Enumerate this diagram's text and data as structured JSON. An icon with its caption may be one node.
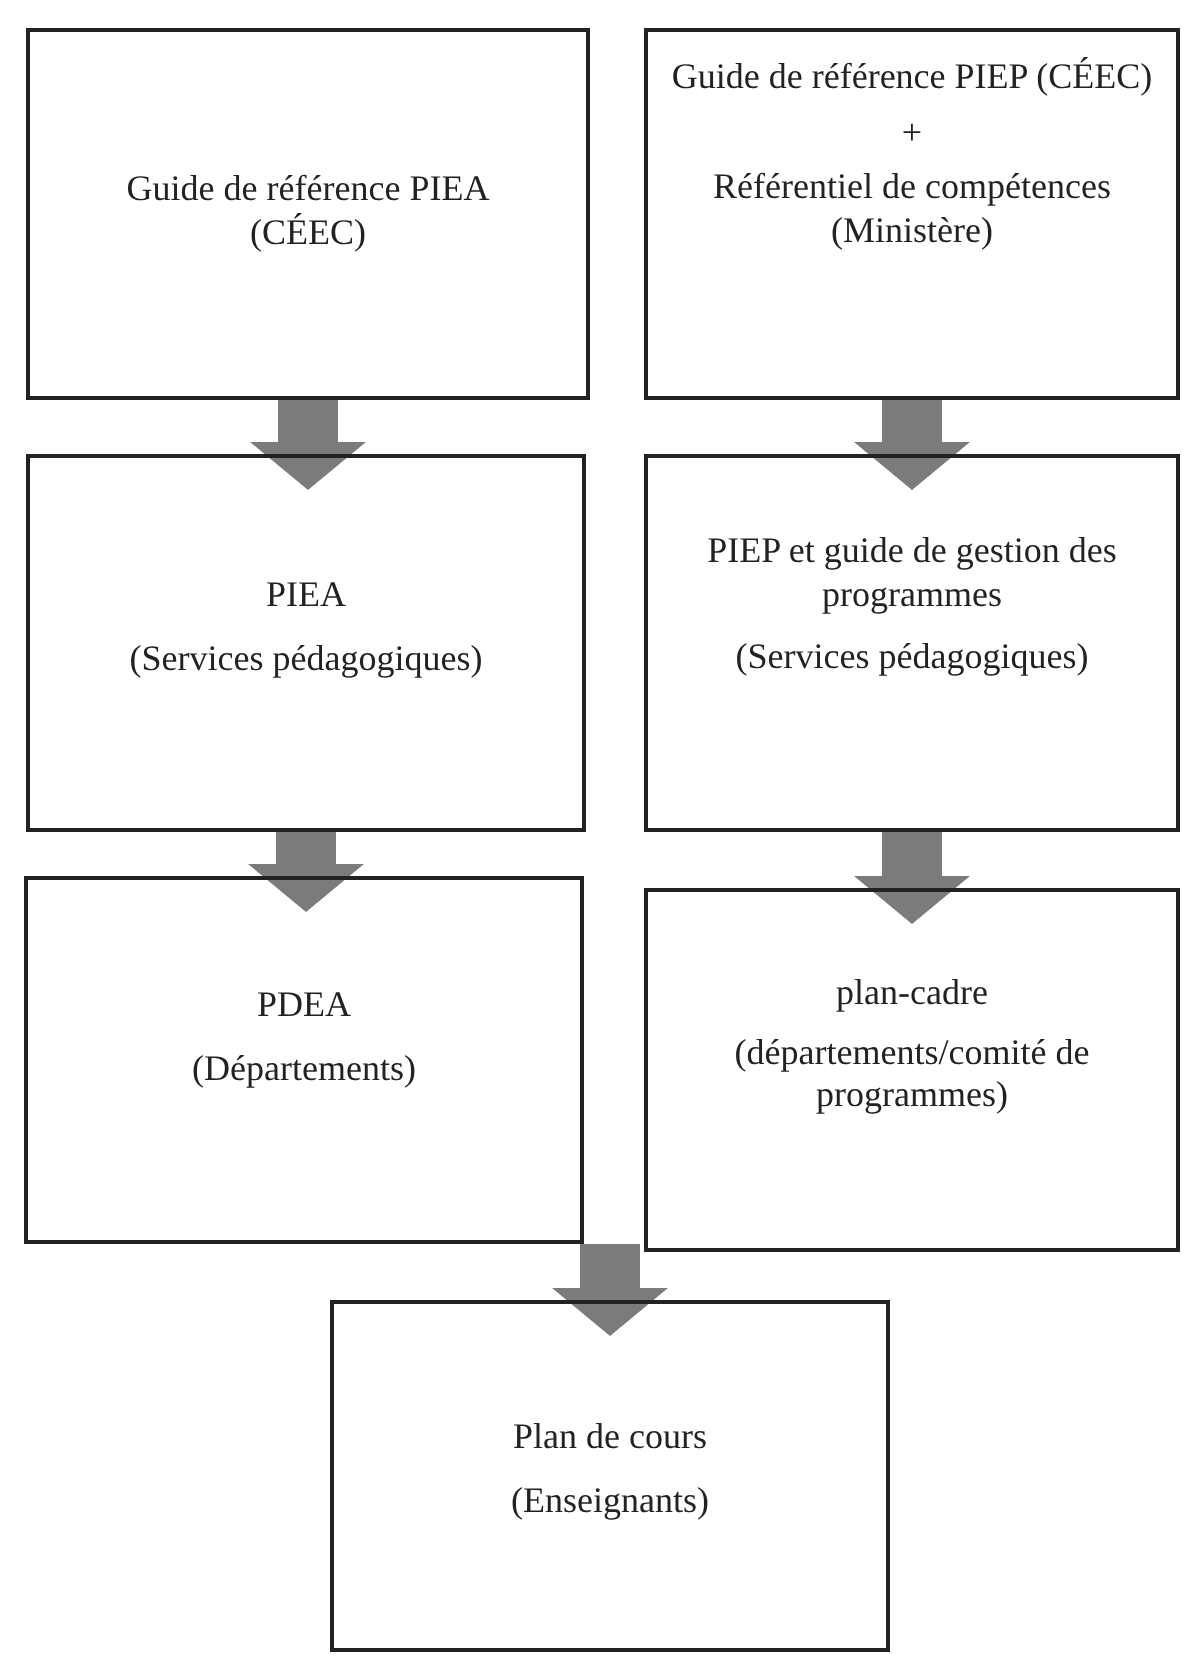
{
  "diagram": {
    "nodes": [
      {
        "text": [
          "Guide de référence PIEA (CÉEC)"
        ]
      },
      {
        "text": [
          "Guide de référence PIEP (CÉEC)",
          "+",
          "Référentiel de compétences (Ministère)"
        ]
      },
      {
        "text": [
          "PIEA",
          "(Services pédagogiques)"
        ]
      },
      {
        "text": [
          "PIEP et guide de gestion des programmes",
          "(Services pédagogiques)"
        ]
      },
      {
        "text": [
          "PDEA",
          "(Départements)"
        ]
      },
      {
        "text": [
          "plan-cadre",
          "(départements/comité de programmes)"
        ]
      },
      {
        "text": [
          "Plan de cours",
          "(Enseignants)"
        ]
      }
    ],
    "edges": [
      {
        "from": 0,
        "to": 2,
        "arrow": "to"
      },
      {
        "from": 1,
        "to": 3,
        "arrow": "to"
      },
      {
        "from": 2,
        "to": 4,
        "arrow": "to"
      },
      {
        "from": 3,
        "to": 5,
        "arrow": "to"
      },
      {
        "from": 4,
        "to": 6,
        "arrow": "to"
      },
      {
        "from": 5,
        "to": 6,
        "arrow": "to"
      }
    ]
  }
}
